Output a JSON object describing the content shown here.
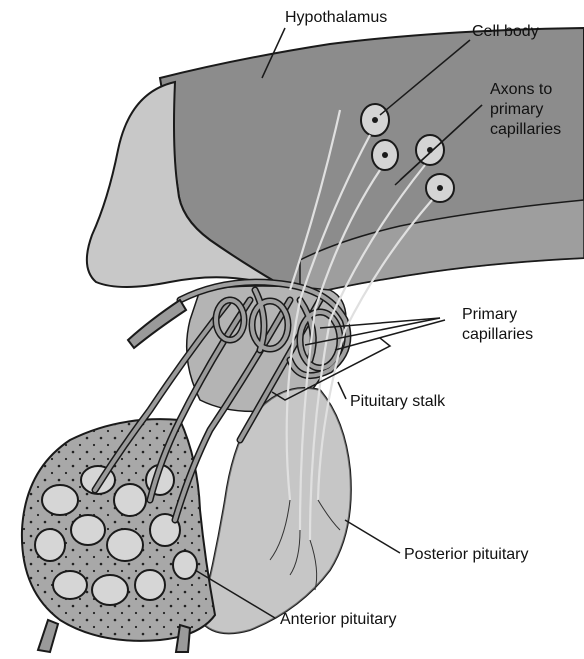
{
  "labels": {
    "hypothalamus": "Hypothalamus",
    "cell_body": "Cell body",
    "axons_line1": "Axons to",
    "axons_line2": "primary",
    "axons_line3": "capillaries",
    "primary_line1": "Primary",
    "primary_line2": "capillaries",
    "pituitary_stalk": "Pituitary stalk",
    "posterior_pituitary": "Posterior pituitary",
    "anterior_pituitary": "Anterior pituitary"
  },
  "colors": {
    "hypothalamus_fill": "#8c8c8c",
    "hypothalamus_inner": "#7a7a7a",
    "light_tissue": "#c8c8c8",
    "stalk_fill": "#b4b4b4",
    "vessel_fill": "#9a9a9a",
    "outline": "#1a1a1a",
    "label_text": "#111111"
  }
}
